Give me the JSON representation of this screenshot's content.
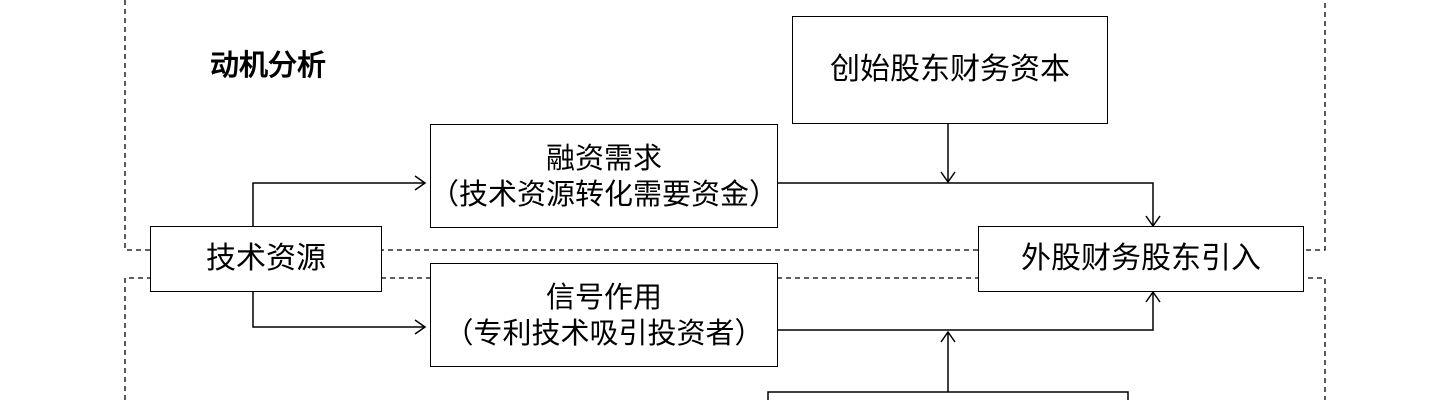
{
  "diagram": {
    "regions": {
      "top": {
        "title": "动机分析"
      }
    },
    "nodes": {
      "founder_capital": {
        "label": "创始股东财务资本"
      },
      "financing_demand": {
        "line1": "融资需求",
        "line2": "（技术资源转化需要资金）"
      },
      "tech_resources": {
        "label": "技术资源"
      },
      "external_shareholder": {
        "label": "外股财务股东引入"
      },
      "signal_effect": {
        "line1": "信号作用",
        "line2": "（专利技术吸引投资者）"
      },
      "bottom_box": {
        "label": ""
      }
    }
  }
}
